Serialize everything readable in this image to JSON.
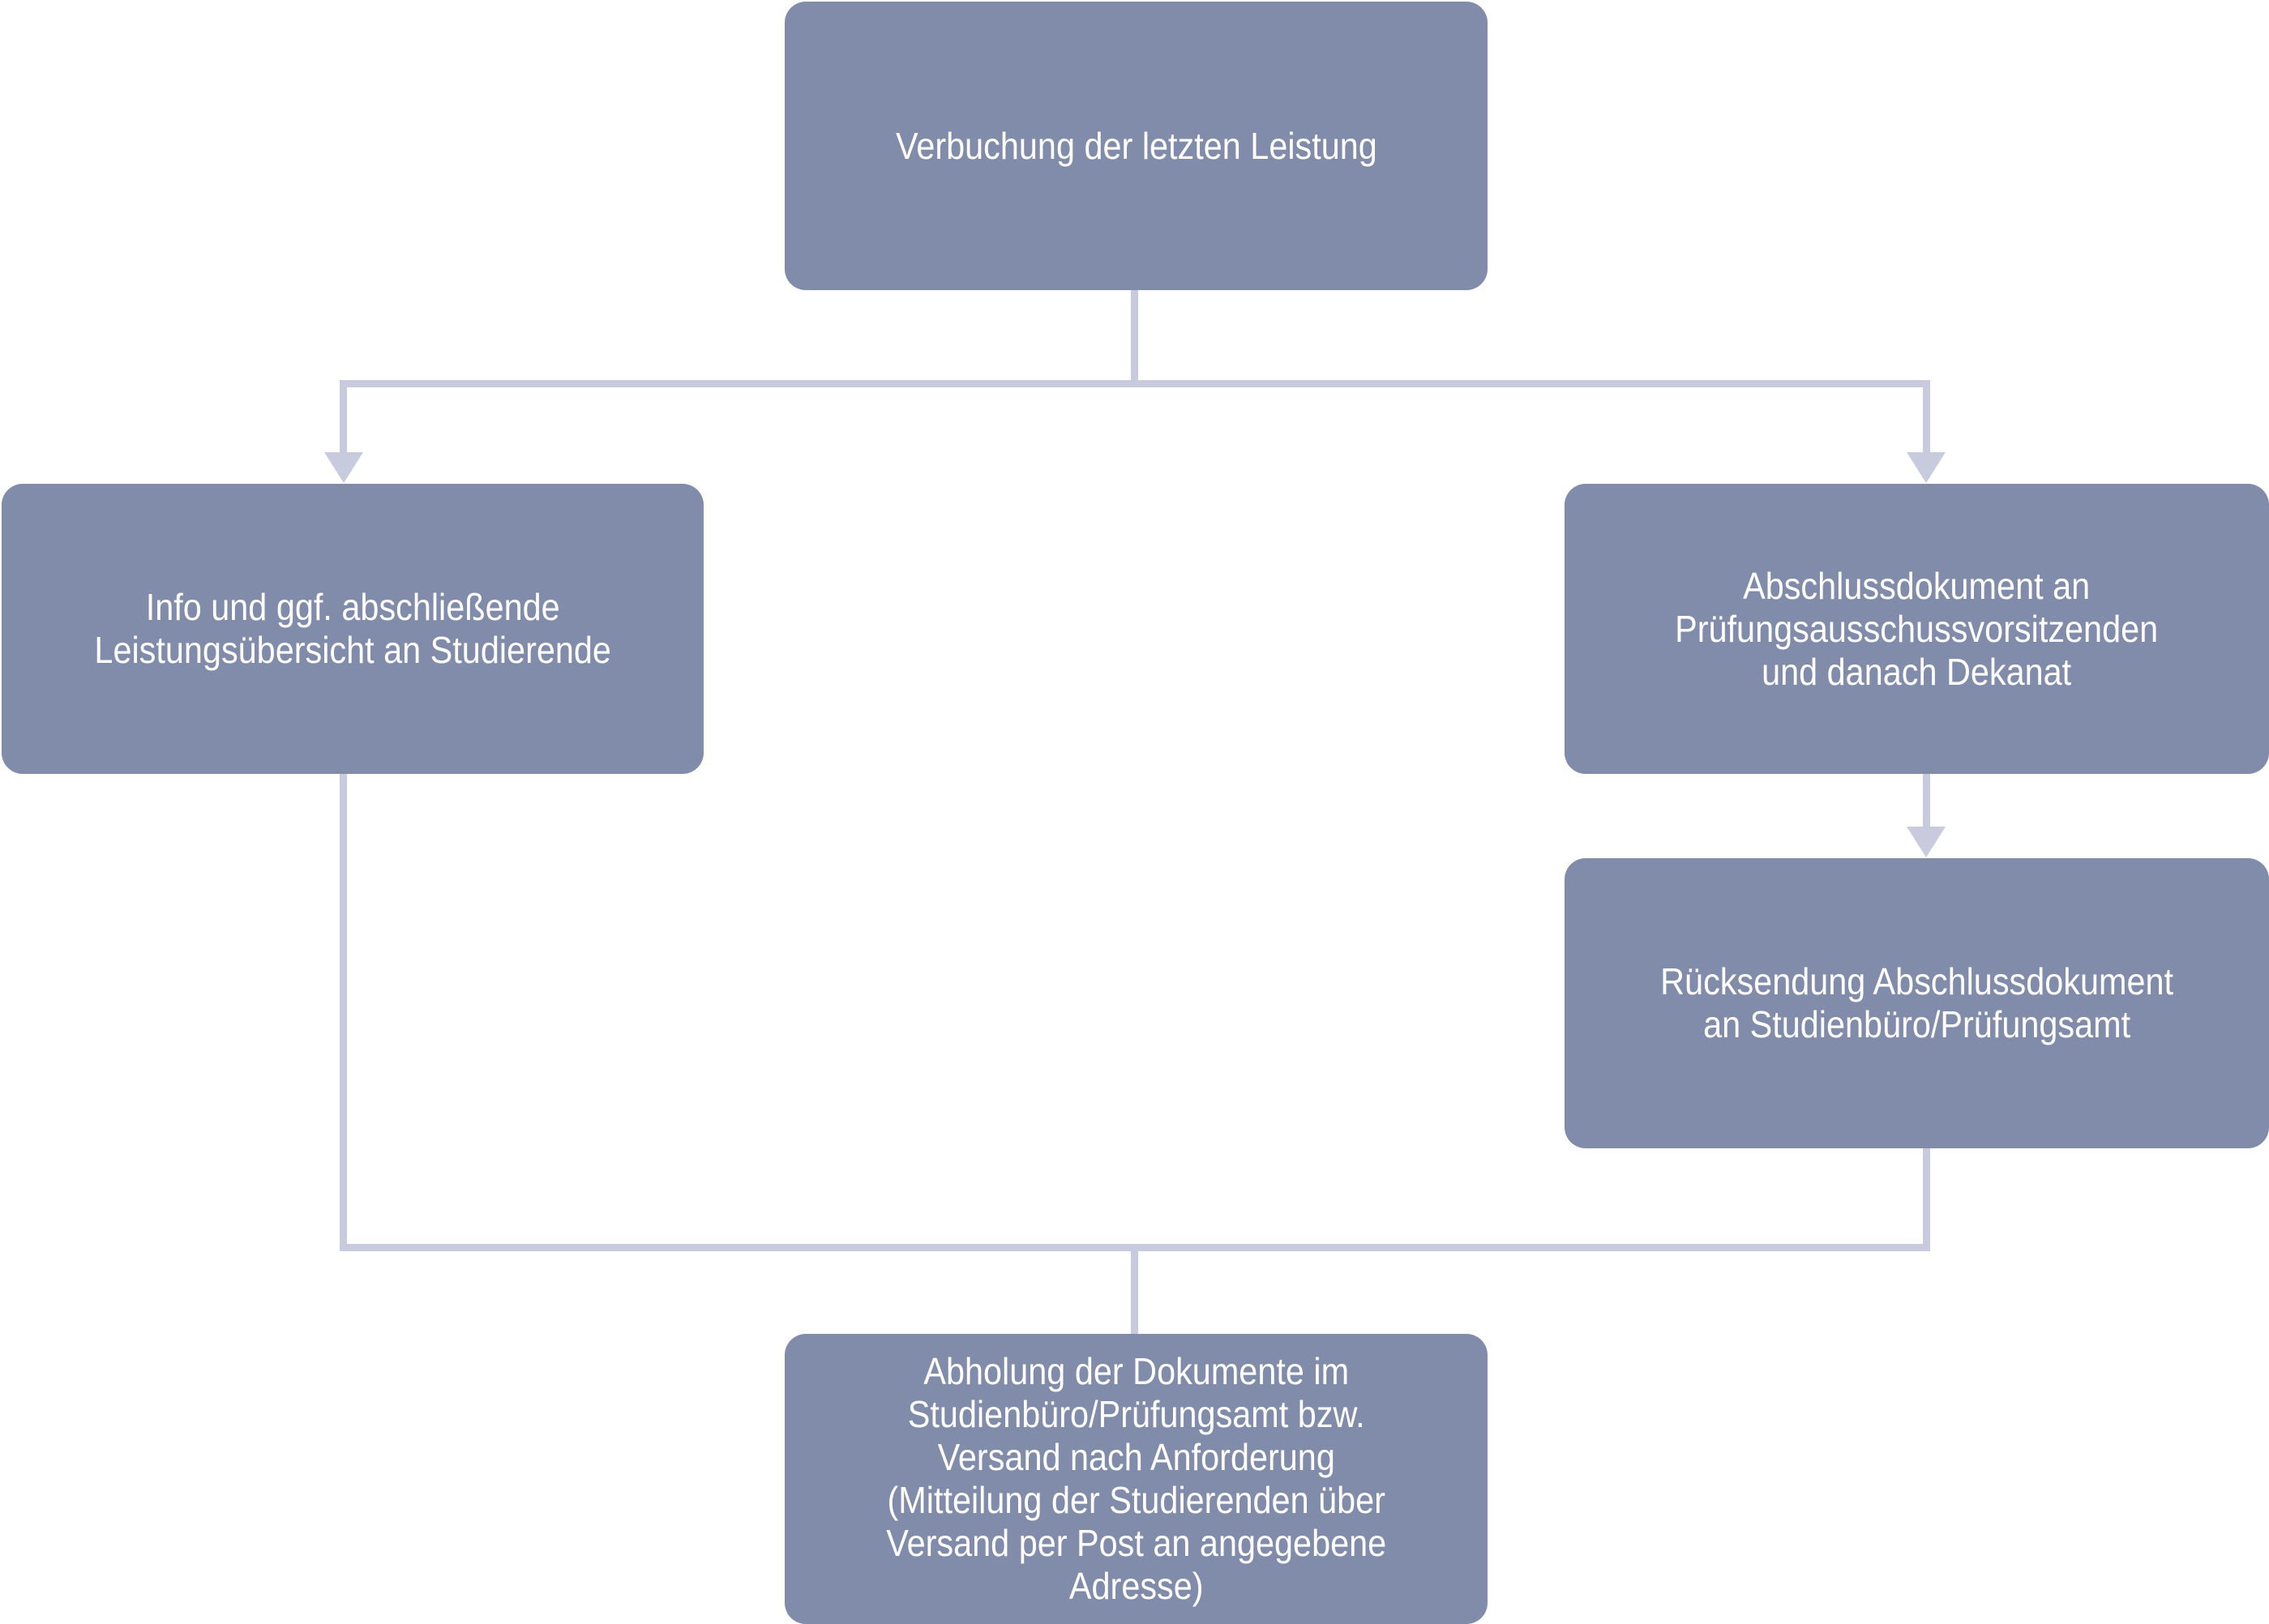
{
  "diagram": {
    "type": "flowchart",
    "colors": {
      "node_fill": "#818baa",
      "node_text": "#ffffff",
      "connector": "#c8cbdd",
      "background": "#ffffff"
    },
    "nodes": {
      "top": {
        "label": "Verbuchung der letzten Leistung"
      },
      "left": {
        "label": "Info und ggf. abschließende\nLeistungsübersicht an Studierende"
      },
      "right1": {
        "label": "Abschlussdokument an\nPrüfungsausschussvorsitzenden\nund danach Dekanat"
      },
      "right2": {
        "label": "Rücksendung Abschlussdokument\nan Studienbüro/Prüfungsamt"
      },
      "bottom": {
        "label": "Abholung der Dokumente im\nStudienbüro/Prüfungsamt bzw.\nVersand nach Anforderung\n(Mitteilung der Studierenden über\nVersand per Post an angegebene\nAdresse)"
      }
    },
    "edges": [
      {
        "from": "top",
        "to": "left",
        "arrow": true
      },
      {
        "from": "top",
        "to": "right1",
        "arrow": true
      },
      {
        "from": "right1",
        "to": "right2",
        "arrow": true
      },
      {
        "from": "left",
        "to": "bottom",
        "arrow": false
      },
      {
        "from": "right2",
        "to": "bottom",
        "arrow": false
      }
    ]
  }
}
